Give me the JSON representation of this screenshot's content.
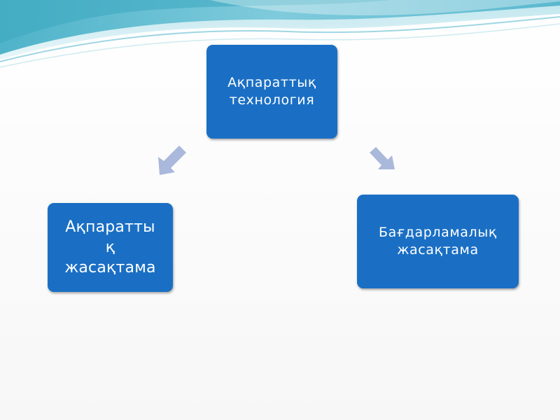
{
  "diagram": {
    "top_node": {
      "label": "Ақпараттық\nтехнология"
    },
    "left_node": {
      "label": "Ақпаратты\nқ\nжасақтама"
    },
    "right_node": {
      "label": "Бағдарламалық\nжасақтама"
    },
    "arrow_color": "#aab8dc",
    "box_color": "#1a6fc4"
  }
}
